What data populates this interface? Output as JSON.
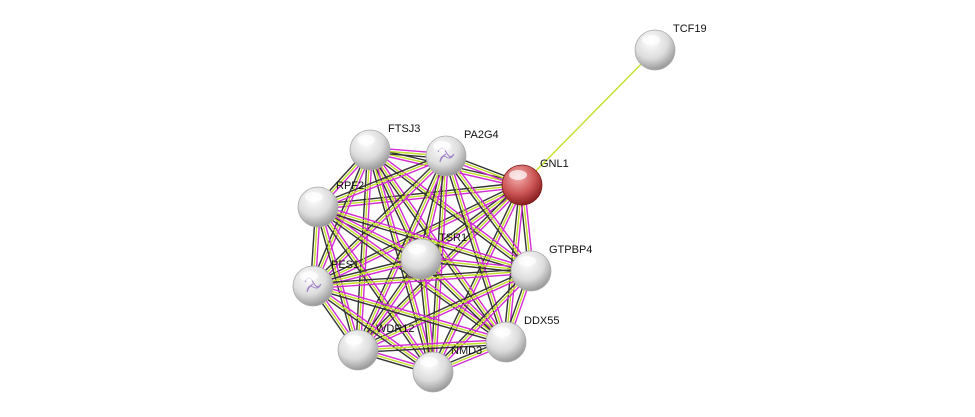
{
  "colors": {
    "experiments": "#d22bd6",
    "textmining": "#c2e02a",
    "coexpression": "#333333",
    "database": "#22bb22",
    "query_node": "#d85a5a",
    "node": "#e6e6e6"
  },
  "nodes": [
    {
      "id": "TCF19",
      "label": "TCF19",
      "query": false
    },
    {
      "id": "GNL1",
      "label": "GNL1",
      "query": true
    },
    {
      "id": "FTSJ3",
      "label": "FTSJ3",
      "query": false
    },
    {
      "id": "PA2G4",
      "label": "PA2G4",
      "query": false,
      "structure": true
    },
    {
      "id": "RPF2",
      "label": "RPF2",
      "query": false
    },
    {
      "id": "TSR1",
      "label": "TSR1",
      "query": false
    },
    {
      "id": "GTPBP4",
      "label": "GTPBP4",
      "query": false
    },
    {
      "id": "PES1",
      "label": "PES1",
      "query": false,
      "structure": true
    },
    {
      "id": "WDR12",
      "label": "WDR12",
      "query": false
    },
    {
      "id": "DDX55",
      "label": "DDX55",
      "query": false
    },
    {
      "id": "NMD3",
      "label": "NMD3",
      "query": false
    }
  ],
  "edges": [
    {
      "a": "TCF19",
      "b": "GNL1",
      "types": [
        "textmining"
      ]
    },
    {
      "cluster": [
        "GNL1",
        "FTSJ3",
        "PA2G4",
        "RPF2",
        "TSR1",
        "GTPBP4",
        "PES1",
        "WDR12",
        "DDX55",
        "NMD3"
      ],
      "types": [
        "experiments",
        "textmining",
        "coexpression"
      ]
    }
  ]
}
